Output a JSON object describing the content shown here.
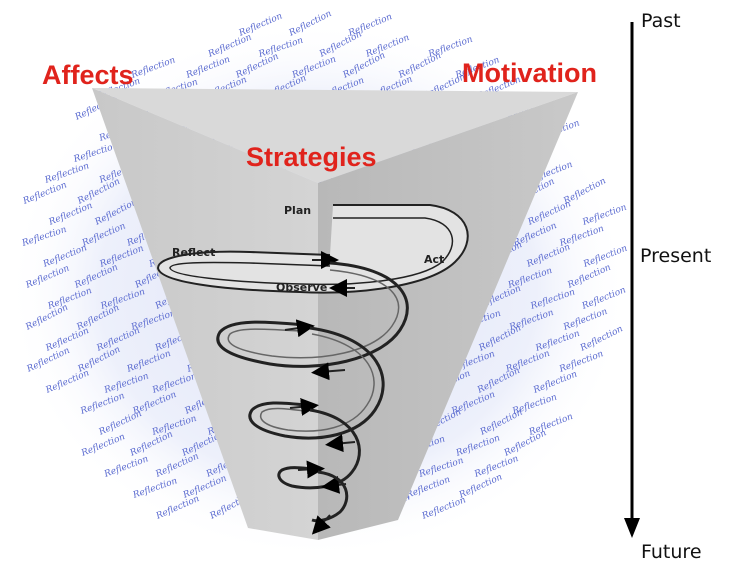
{
  "labels": {
    "affects": "Affects",
    "motivation": "Motivation",
    "strategies": "Strategies",
    "plan": "Plan",
    "reflect": "Reflect",
    "act": "Act",
    "observe": "Observe"
  },
  "timeline": {
    "past": "Past",
    "present": "Present",
    "future": "Future"
  },
  "watermark_word": "Reflection",
  "colors": {
    "label_red": "#e0231c",
    "watermark_blue": "#5b6bd0",
    "funnel_left": "#cfcfcf",
    "funnel_right": "#bdbdbd",
    "funnel_top": "#d9d9d9"
  }
}
